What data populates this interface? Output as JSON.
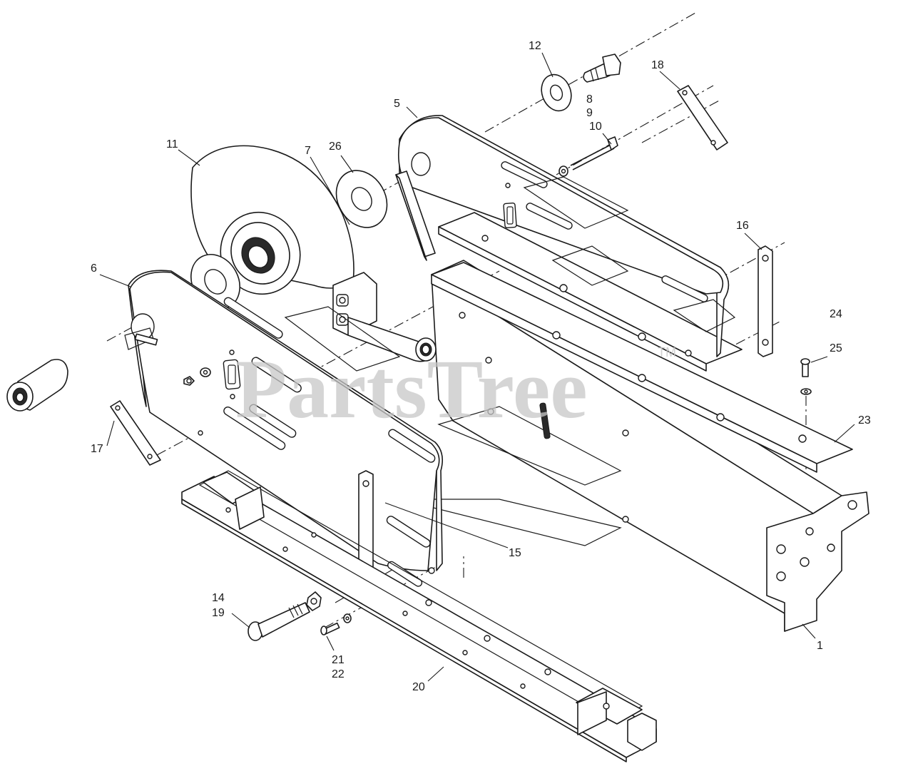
{
  "watermark": {
    "text": "PartsTree",
    "trademark": "TM"
  },
  "callouts": {
    "c1": "1",
    "c5": "5",
    "c6": "6",
    "c7": "7",
    "c8": "8",
    "c9": "9",
    "c10": "10",
    "c11": "11",
    "c12": "12",
    "c14": "14",
    "c15": "15",
    "c16": "16",
    "c17": "17",
    "c18": "18",
    "c19": "19",
    "c20": "20",
    "c21": "21",
    "c22": "22",
    "c23": "23",
    "c24": "24",
    "c25": "25",
    "c26": "26"
  }
}
